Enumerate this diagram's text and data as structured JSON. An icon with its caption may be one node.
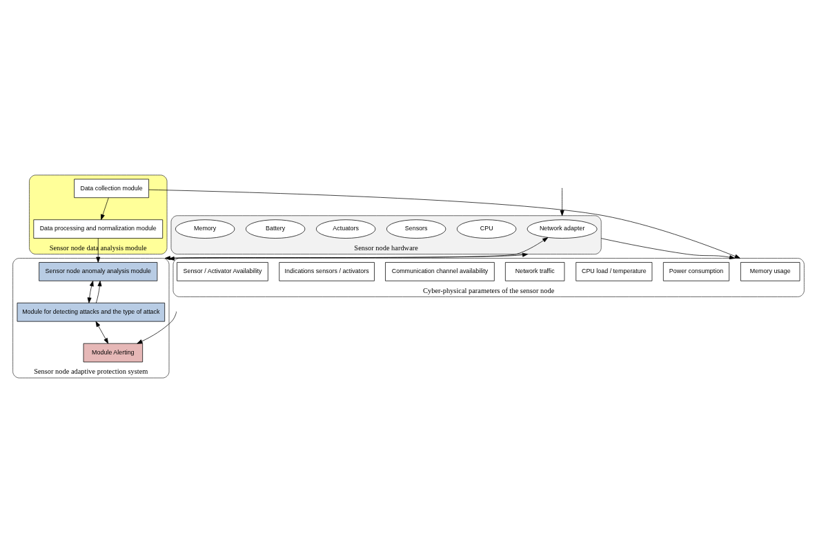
{
  "diagram": {
    "nodes": [
      {
        "text": [
          "Sensor node adaptive protection system"
        ]
      },
      {
        "text": [
          "Sensor node anomaly analysis module"
        ],
        "in": 0
      },
      {
        "text": [
          "Module for detecting attacks and the type of attack"
        ],
        "in": 0
      },
      {
        "text": [
          "Module Alerting"
        ],
        "in": 0
      },
      {
        "text": [
          "Sensor node data analysis module"
        ]
      },
      {
        "text": [
          "Data collection module"
        ],
        "in": 4
      },
      {
        "text": [
          "Data processing and normalization module"
        ],
        "in": 4
      },
      {
        "text": [
          "Cyber-physical parameters of the sensor node"
        ]
      },
      {
        "text": [
          "Memory usage"
        ],
        "in": 7
      },
      {
        "text": [
          "Power consumption"
        ],
        "in": 7
      },
      {
        "text": [
          "CPU load / temperature"
        ],
        "in": 7
      },
      {
        "text": [
          "Network traffic"
        ],
        "in": 7
      },
      {
        "text": [
          "Communication channel availability"
        ],
        "in": 7
      },
      {
        "text": [
          "Indications sensors / activators"
        ],
        "in": 7
      },
      {
        "text": [
          "Sensor / Activator Availability"
        ],
        "in": 7
      },
      {
        "text": [
          "Sensor node hardware"
        ]
      },
      {
        "text": [
          "Network adapter"
        ],
        "in": 15
      },
      {
        "text": [
          "CPU"
        ],
        "in": 15
      },
      {
        "text": [
          "Sensors"
        ],
        "in": 15
      },
      {
        "text": [
          "Actuators"
        ],
        "in": 15
      },
      {
        "text": [
          "Battery"
        ],
        "in": 15
      },
      {
        "text": [
          "Memory"
        ],
        "in": 15
      }
    ],
    "edges": [
      {
        "from": 2,
        "to": 1,
        "arrow": "to"
      },
      {
        "from": 1,
        "to": 2,
        "arrow": "both"
      },
      {
        "from": 2,
        "to": 3,
        "arrow": "both"
      },
      {
        "from": null,
        "to": 3,
        "arrow": "to"
      },
      {
        "from": 16,
        "to": 0,
        "arrow": "both"
      },
      {
        "from": 15,
        "to": 0,
        "arrow": "both"
      },
      {
        "from": 6,
        "to": 1,
        "arrow": "to"
      },
      {
        "from": 5,
        "to": 6,
        "arrow": "to"
      },
      {
        "from": 5,
        "to": 7,
        "arrow": "to"
      },
      {
        "from": 15,
        "to": 7,
        "arrow": "to"
      },
      {
        "from": null,
        "to": 15,
        "arrow": "to"
      }
    ]
  }
}
